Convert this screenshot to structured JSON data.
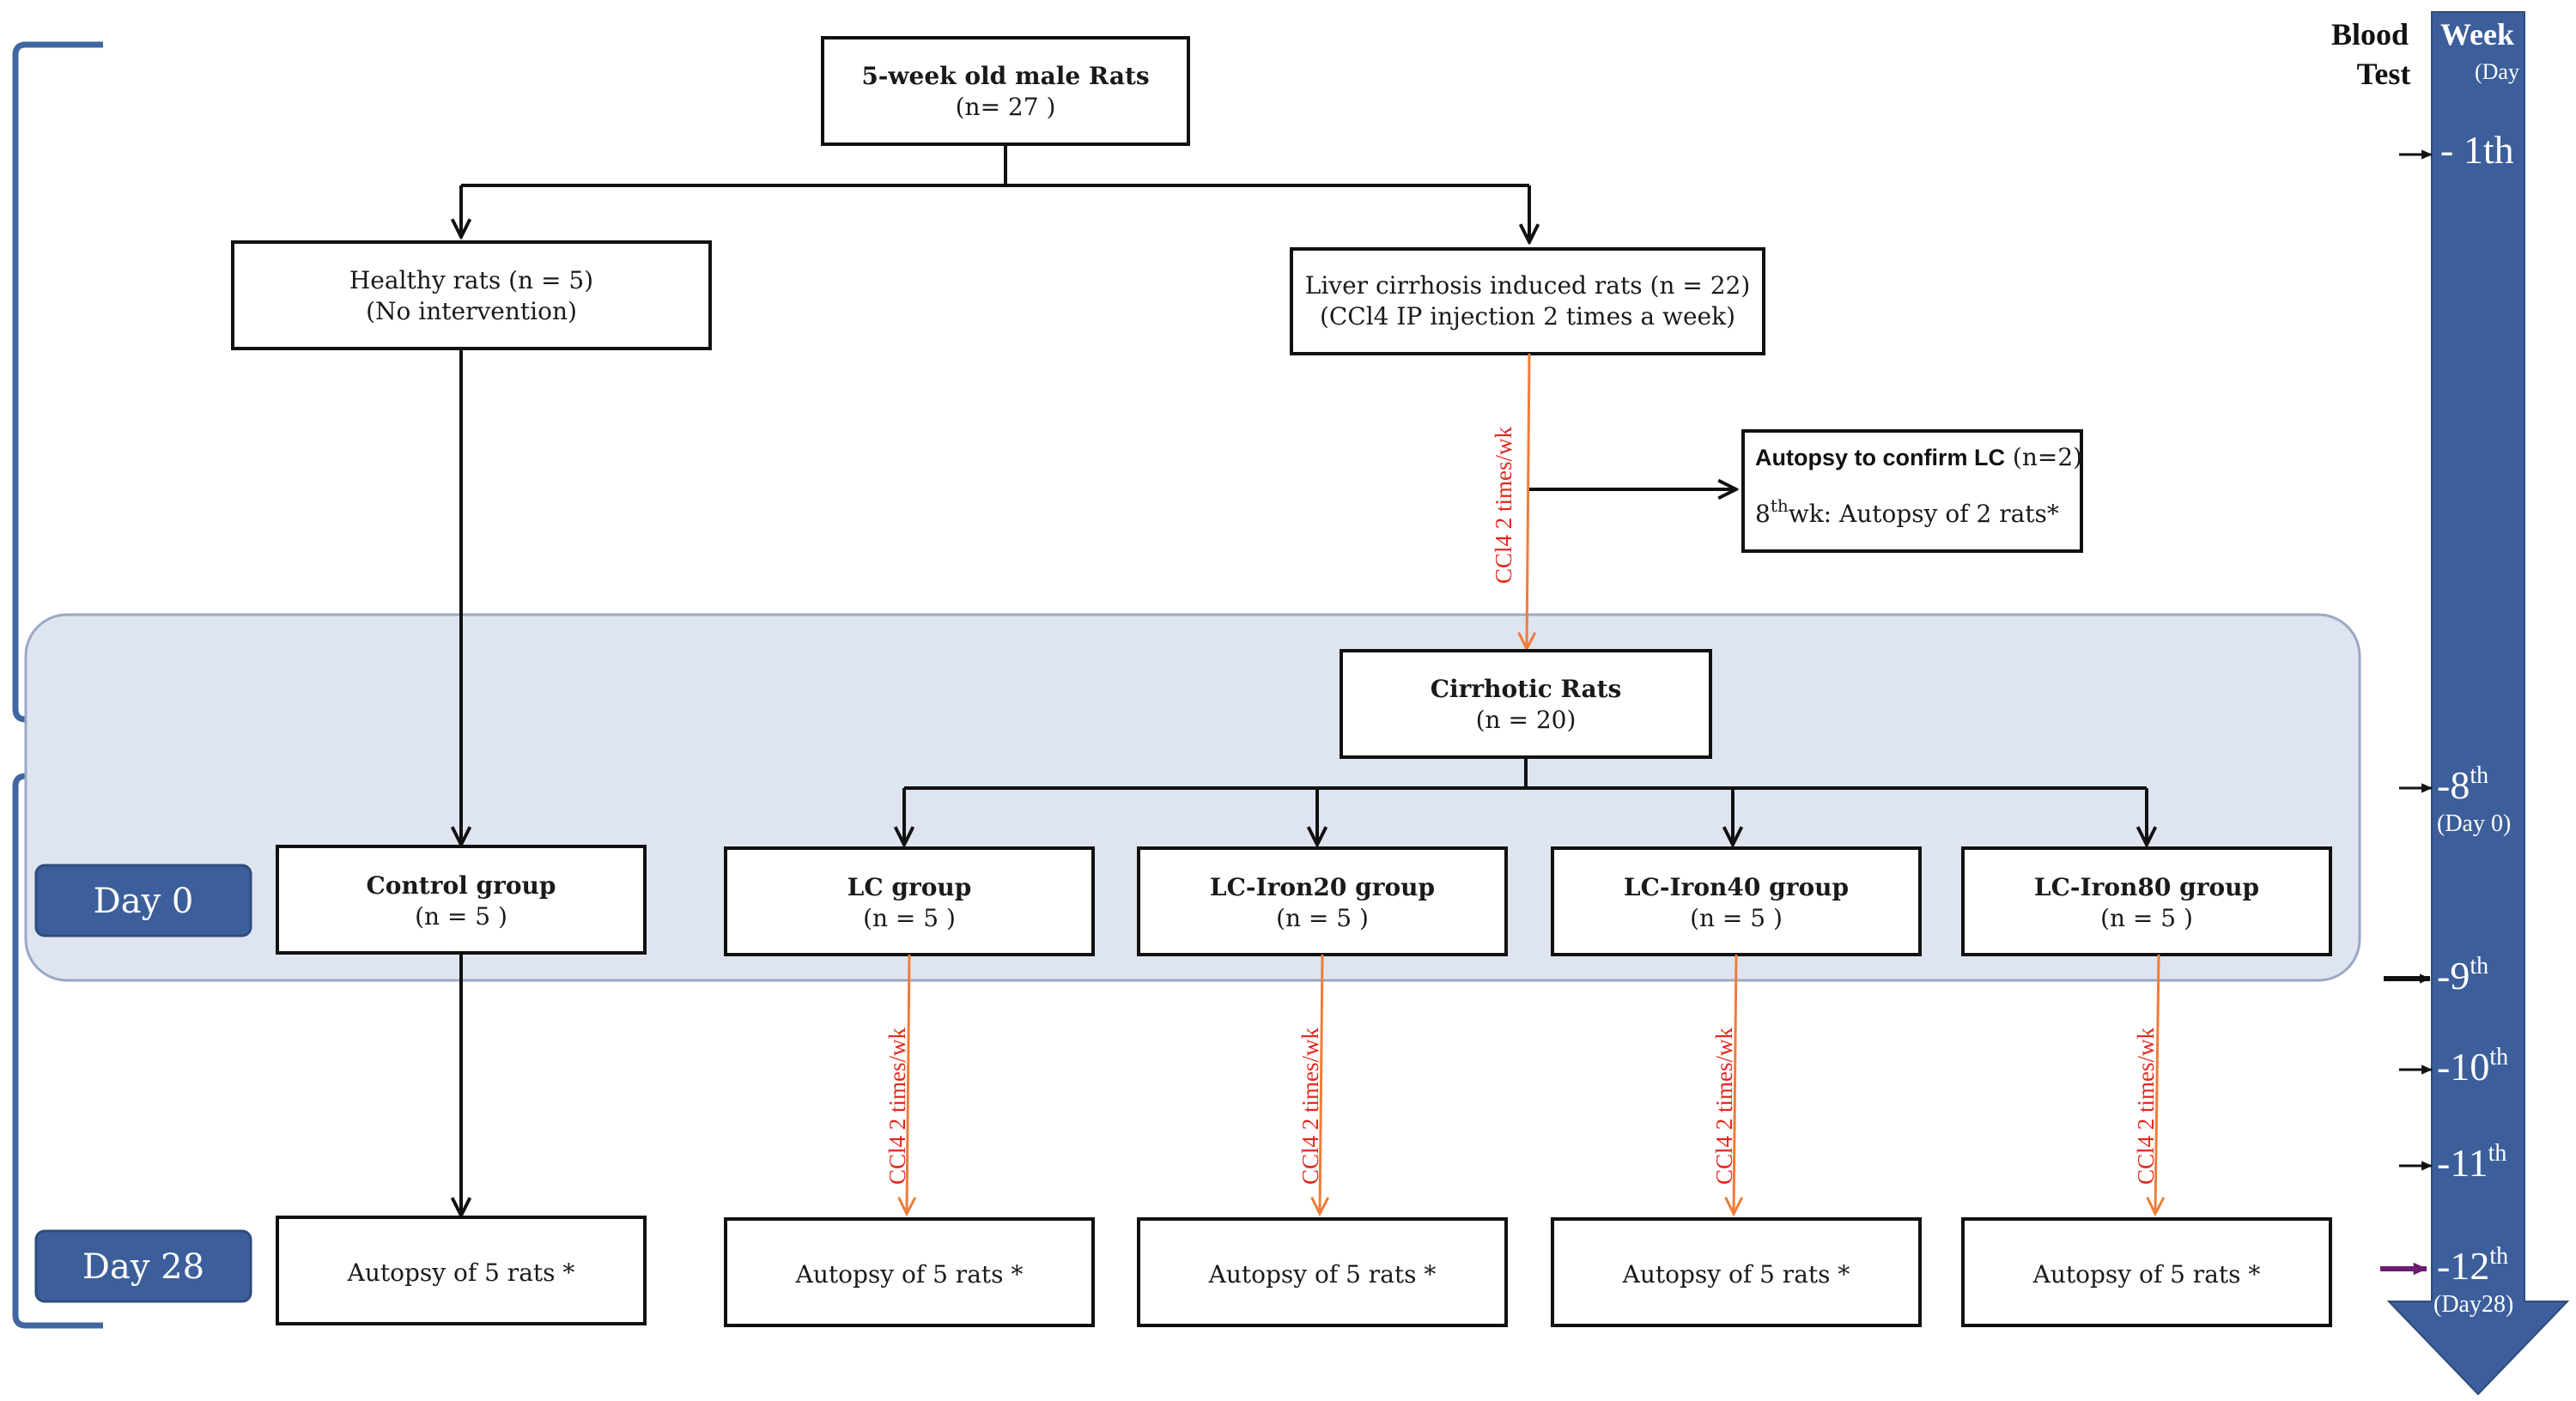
{
  "boxes": {
    "start": {
      "title": "5-week old male Rats",
      "sub": "(n= 27 )"
    },
    "healthy": {
      "line1": "Healthy rats (n = 5)",
      "line2": "(No intervention)"
    },
    "cirrhosis": {
      "line1": "Liver cirrhosis induced rats (n = 22)",
      "line2": "(CCl4 IP injection 2 times a week)"
    },
    "autopsy_confirm": {
      "title": "Autopsy to confirm LC",
      "title_n": " (n=2)",
      "wk": "8",
      "wk_sup": "th",
      "rest": "wk: Autopsy of 2 rats*"
    },
    "cirrhotic": {
      "title": "Cirrhotic Rats",
      "sub": "(n = 20)"
    },
    "groups": [
      {
        "title": "Control group",
        "sub": "(n = 5 )"
      },
      {
        "title": "LC group",
        "sub": "(n = 5 )"
      },
      {
        "title": "LC-Iron20 group",
        "sub": "(n = 5 )"
      },
      {
        "title": "LC-Iron40 group",
        "sub": "(n = 5 )"
      },
      {
        "title": "LC-Iron80 group",
        "sub": "(n = 5 )"
      }
    ],
    "autopsy5": "Autopsy of 5 rats *"
  },
  "ccl4_label": "CCl4  2 times/wk",
  "days": {
    "day0": "Day 0",
    "day28": "Day 28"
  },
  "timeline": {
    "header_blood": [
      "Blood",
      "Test"
    ],
    "header_week": "Week",
    "header_week_sub": "(Day",
    "marks": [
      {
        "prefix": "- 1",
        "sup": "th",
        "sub": ""
      },
      {
        "prefix": "-8",
        "sup": "th",
        "sub": "(Day 0)"
      },
      {
        "prefix": "-9",
        "sup": "th",
        "sub": ""
      },
      {
        "prefix": "-10",
        "sup": "th",
        "sub": ""
      },
      {
        "prefix": "-11",
        "sup": "th",
        "sub": ""
      },
      {
        "prefix": "-12",
        "sup": "th",
        "sub": "(Day28)"
      }
    ]
  },
  "colors": {
    "timeline_blue": "#3c5f9b",
    "bracket_blue": "#3f67a0",
    "panel_fill": "#dfe5f0",
    "panel_border": "#9aa8c6",
    "orange_arrow": "#ee7d3a",
    "ccl4_red": "#e0281e",
    "purple_arrow": "#6a1e6e"
  }
}
